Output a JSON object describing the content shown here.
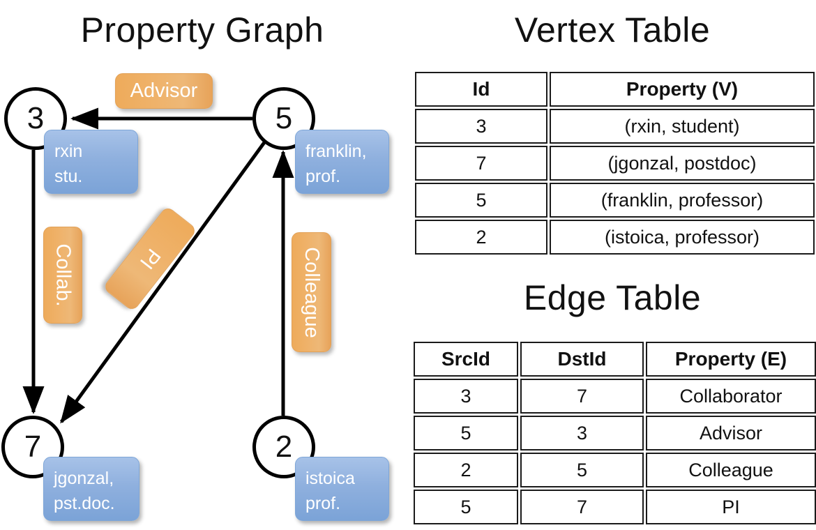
{
  "titles": {
    "property_graph": "Property Graph",
    "vertex_table": "Vertex Table",
    "edge_table": "Edge Table"
  },
  "graph": {
    "nodes": [
      {
        "id": "3",
        "property_lines": [
          "rxin",
          "stu."
        ]
      },
      {
        "id": "5",
        "property_lines": [
          "franklin,",
          "prof."
        ]
      },
      {
        "id": "7",
        "property_lines": [
          "jgonzal,",
          "pst.doc."
        ]
      },
      {
        "id": "2",
        "property_lines": [
          "istoica",
          "prof."
        ]
      }
    ],
    "edge_labels": [
      {
        "label": "Advisor",
        "from": "5",
        "to": "3"
      },
      {
        "label": "Collab.",
        "from": "3",
        "to": "7"
      },
      {
        "label": "PI",
        "from": "5",
        "to": "7"
      },
      {
        "label": "Colleague",
        "from": "2",
        "to": "5"
      }
    ]
  },
  "vertex_table": {
    "headers": [
      "Id",
      "Property (V)"
    ],
    "rows": [
      [
        "3",
        "(rxin, student)"
      ],
      [
        "7",
        "(jgonzal, postdoc)"
      ],
      [
        "5",
        "(franklin, professor)"
      ],
      [
        "2",
        "(istoica, professor)"
      ]
    ]
  },
  "edge_table": {
    "headers": [
      "SrcId",
      "DstId",
      "Property (E)"
    ],
    "rows": [
      [
        "3",
        "7",
        "Collaborator"
      ],
      [
        "5",
        "3",
        "Advisor"
      ],
      [
        "2",
        "5",
        "Colleague"
      ],
      [
        "5",
        "7",
        "PI"
      ]
    ]
  },
  "colors": {
    "vertex_property_cell": "#d2deef",
    "edge_property_cell": "#f7e0c6",
    "node_property_box": "#8fb0de",
    "edge_label_badge": "#eeb26b",
    "stroke": "#000000"
  }
}
